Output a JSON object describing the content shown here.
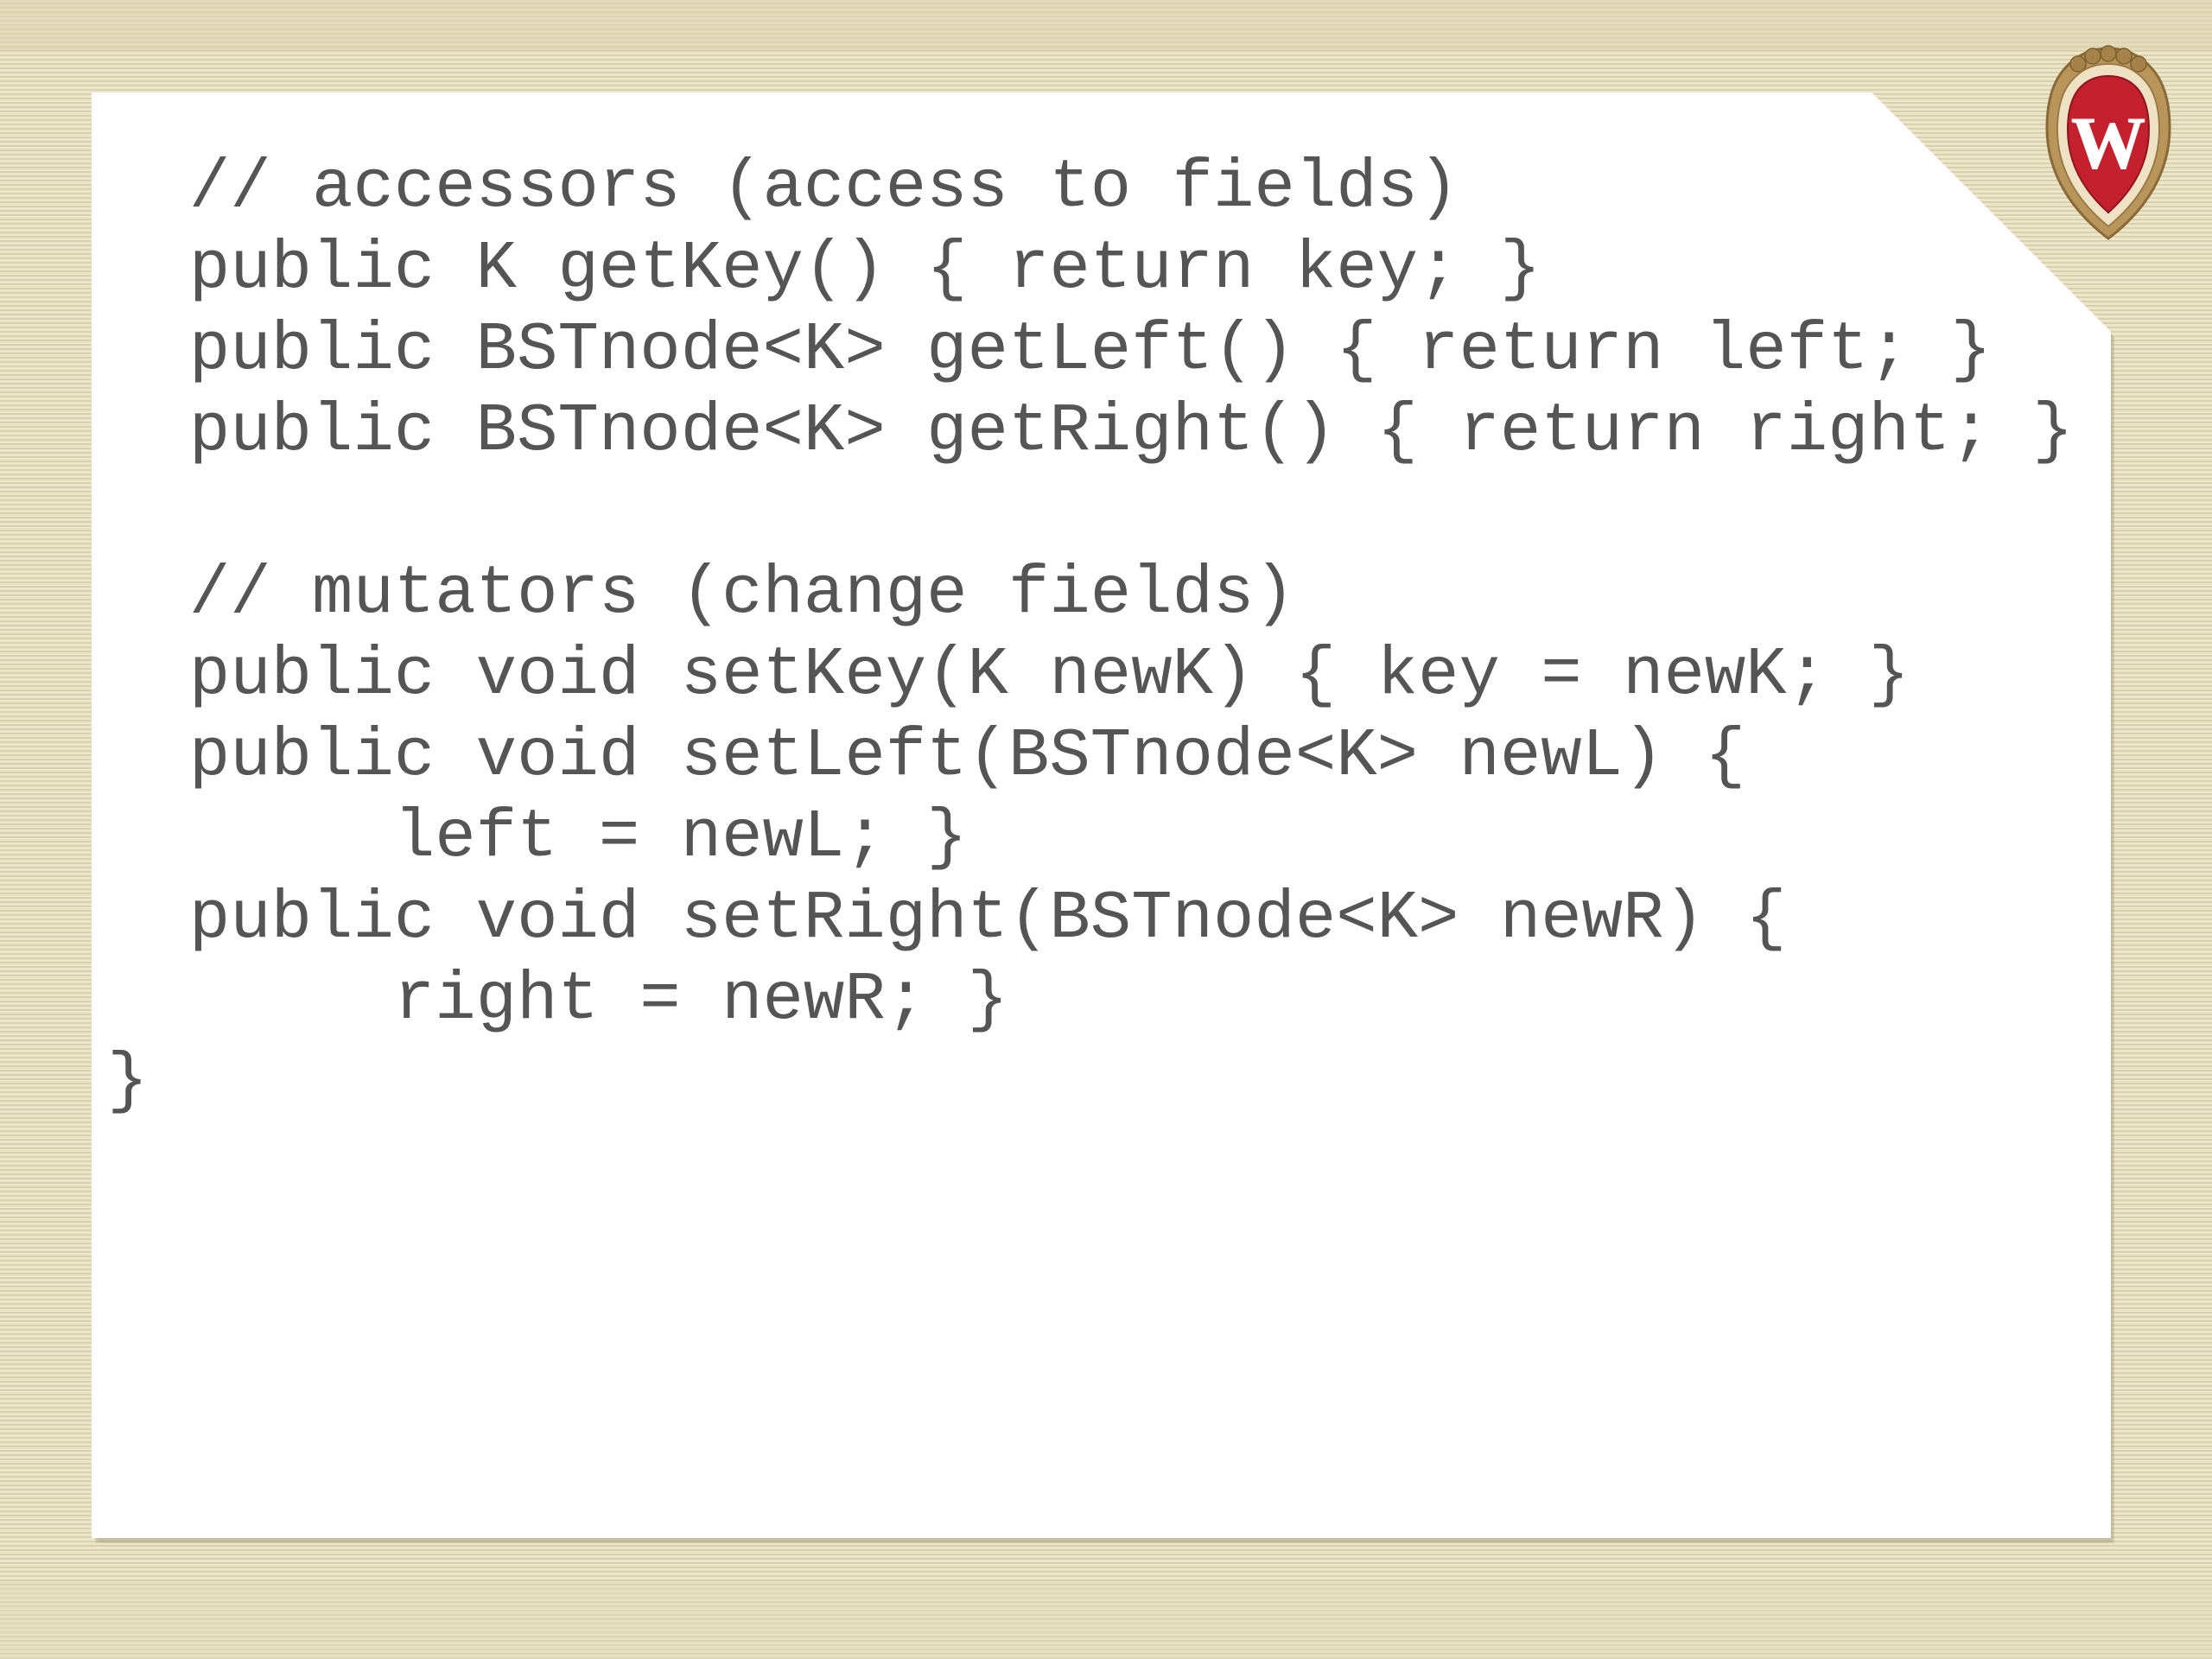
{
  "slide": {
    "code_lines": [
      "  // accessors (access to fields)",
      "  public K getKey() { return key; }",
      "  public BSTnode<K> getLeft() { return left; }",
      "  public BSTnode<K> getRight() { return right; }",
      "",
      "  // mutators (change fields)",
      "  public void setKey(K newK) { key = newK; }",
      "  public void setLeft(BSTnode<K> newL) {",
      "       left = newL; }",
      "  public void setRight(BSTnode<K> newR) {",
      "       right = newR; }",
      "}"
    ]
  },
  "logo": {
    "letter": "W",
    "colors": {
      "shield_red": "#c5202e",
      "gold": "#b8955a",
      "cream": "#efe2c4"
    }
  },
  "colors": {
    "code_text": "#555555",
    "background": "#e9e1c4",
    "slide": "#ffffff"
  }
}
